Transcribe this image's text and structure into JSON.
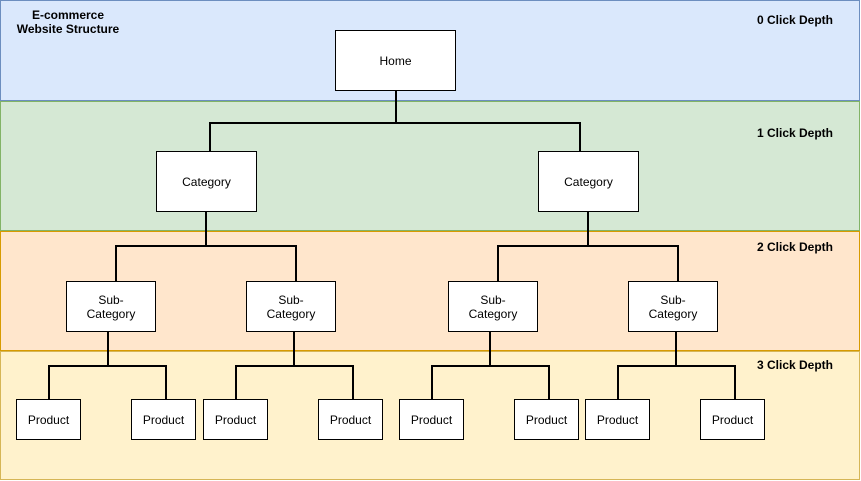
{
  "title": {
    "line1": "E-commerce",
    "line2": "Website Structure"
  },
  "depth_labels": [
    "0 Click Depth",
    "1 Click Depth",
    "2 Click Depth",
    "3 Click Depth"
  ],
  "nodes": {
    "home": "Home",
    "category": "Category",
    "subcategory": "Sub-\nCategory",
    "product": "Product"
  }
}
